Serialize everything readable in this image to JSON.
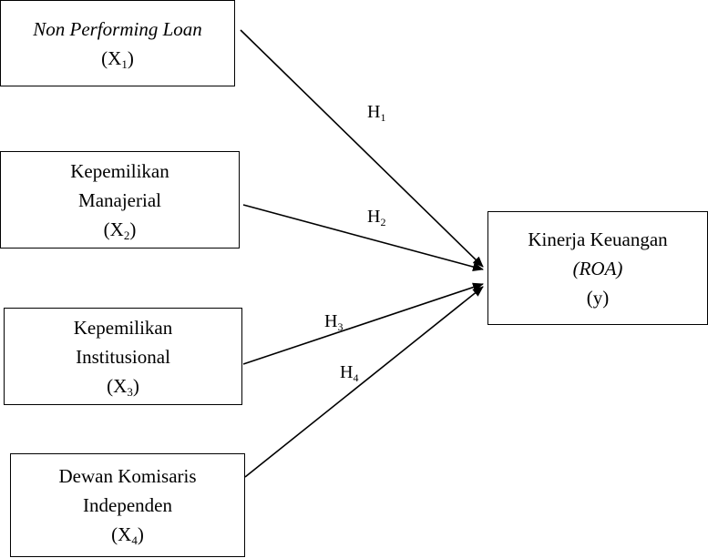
{
  "variables": [
    {
      "id": "x1",
      "name": "Non Performing Loan",
      "italic": true,
      "extra": "",
      "code_prefix": "X",
      "code_sub": "1"
    },
    {
      "id": "x2",
      "name": "Kepemilikan",
      "italic": false,
      "extra": "Manajerial",
      "code_prefix": "X",
      "code_sub": "2"
    },
    {
      "id": "x3",
      "name": "Kepemilikan",
      "italic": false,
      "extra": "Institusional",
      "code_prefix": "X",
      "code_sub": "3"
    },
    {
      "id": "x4",
      "name": "Dewan Komisaris",
      "italic": false,
      "extra": "Independen",
      "code_prefix": "X",
      "code_sub": "4"
    }
  ],
  "dependent": {
    "name": "Kinerja Keuangan",
    "abbr": "(ROA)",
    "code": "(y)"
  },
  "hypotheses": [
    {
      "prefix": "H",
      "sub": "1"
    },
    {
      "prefix": "H",
      "sub": "2"
    },
    {
      "prefix": "H",
      "sub": "3"
    },
    {
      "prefix": "H",
      "sub": "4"
    }
  ]
}
